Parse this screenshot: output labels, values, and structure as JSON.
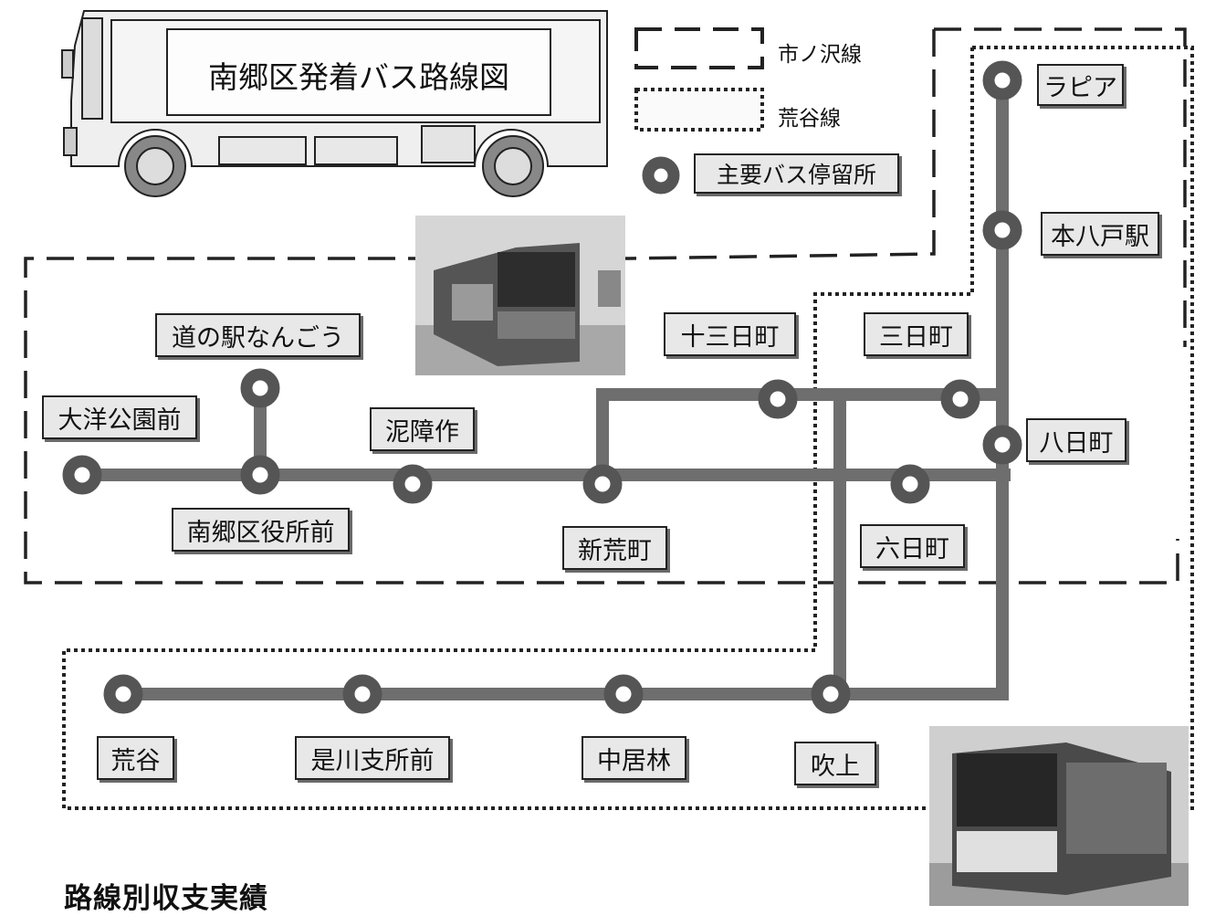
{
  "title": "南郷区発着バス路線図",
  "legend": {
    "ichinosawa_line": "市ノ沢線",
    "araya_line": "荒谷線",
    "major_stop": "主要バス停留所"
  },
  "stops": {
    "lapia": "ラピア",
    "hon_hachinohe": "本八戸駅",
    "mikkamachi": "三日町",
    "yokamachi": "八日町",
    "muikamachi": "六日町",
    "jusannichimachi": "十三日町",
    "shinaramachi": "新荒町",
    "michinoeki": "道の駅なんごう",
    "taiyo_koen": "大洋公園前",
    "nango_office": "南郷区役所前",
    "deishosaku": "泥障作",
    "araya": "荒谷",
    "korekawa": "是川支所前",
    "nakaibayashi": "中居林",
    "fukiage": "吹上"
  },
  "section_heading": "路線別収支実績",
  "colors": {
    "route": "#6e6e6e",
    "stop_ring": "#5a5a5a",
    "label_bg": "#e8e8e8",
    "border": "#222222"
  }
}
